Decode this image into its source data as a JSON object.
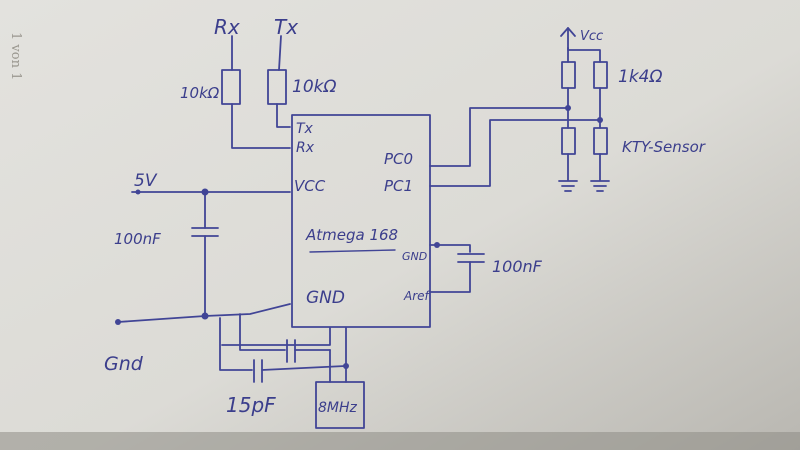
{
  "page_label": "1 von 1",
  "labels": {
    "rx_top": "Rx",
    "tx_top": "Tx",
    "r1_value": "10kΩ",
    "r2_value": "10kΩ",
    "pin_tx": "Tx",
    "pin_rx": "Rx",
    "pin_pc0": "PC0",
    "pin_pc1": "PC1",
    "pin_vcc": "VCC",
    "pin_gnd": "GND",
    "pin_gnd2": "GND",
    "pin_aref": "Aref",
    "chip_name": "Atmega 168",
    "supply_5v": "5V",
    "cap_left": "100nF",
    "cap_right": "100nF",
    "ground_left": "Gnd",
    "cap_crystal": "15pF",
    "crystal": "8MHz",
    "vcc_top": "Vcc",
    "r_sensor": "1k4Ω",
    "sensor": "KTY-Sensor"
  }
}
